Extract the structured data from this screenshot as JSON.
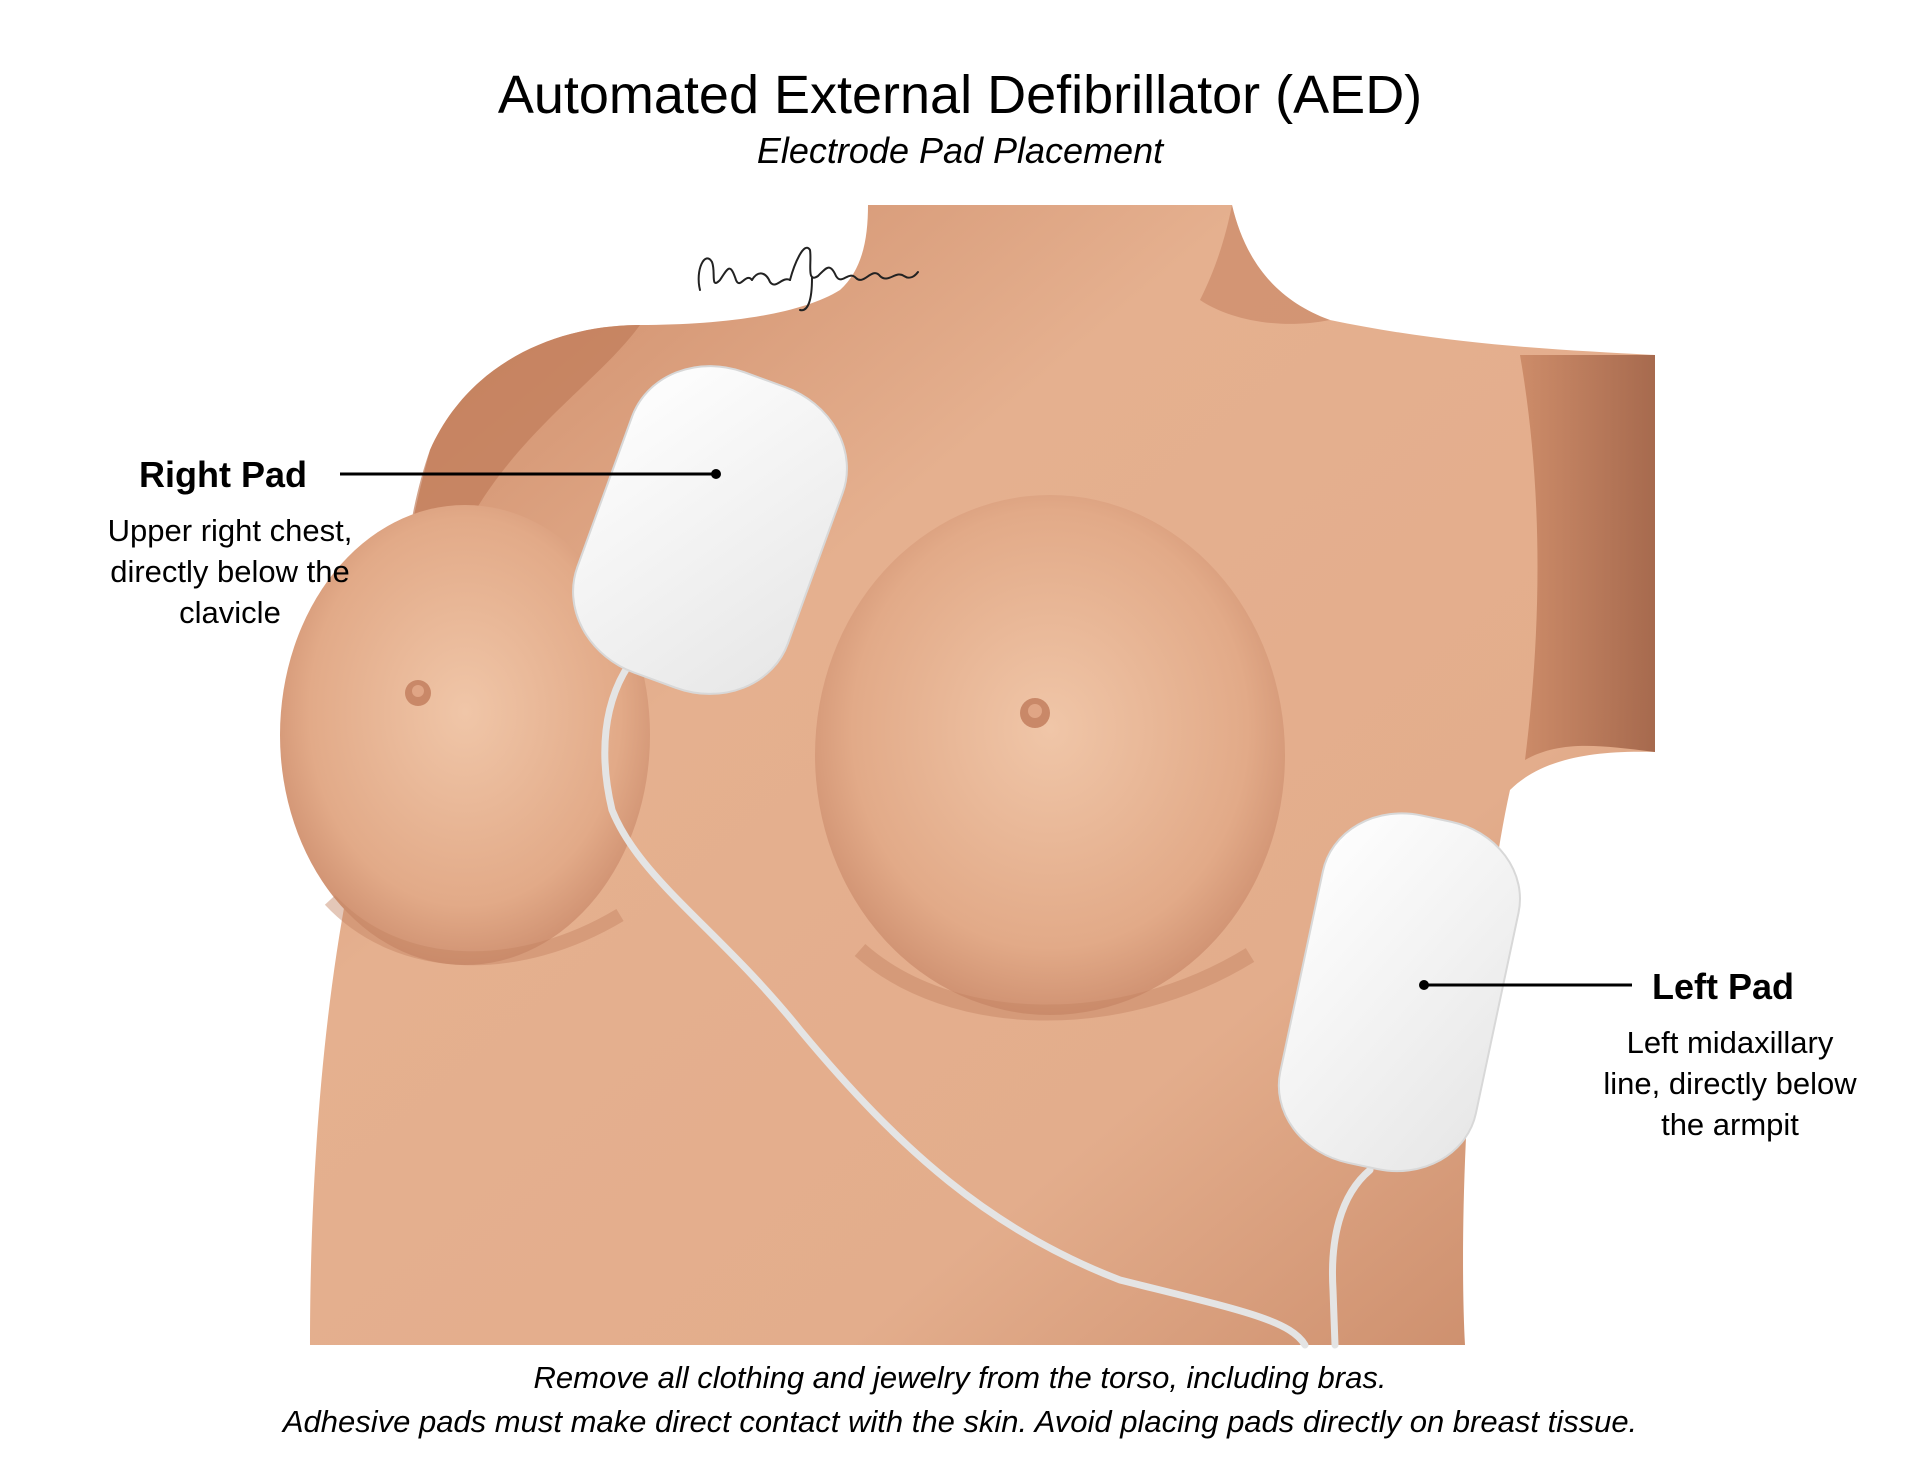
{
  "header": {
    "title": "Automated External Defibrillator (AED)",
    "subtitle": "Electrode Pad Placement"
  },
  "labels": {
    "right_pad": {
      "heading": "Right Pad",
      "description_lines": [
        "Upper right chest,",
        "directly below the",
        "clavicle"
      ]
    },
    "left_pad": {
      "heading": "Left Pad",
      "description_lines": [
        "Left midaxillary",
        "line, directly below",
        "the armpit"
      ]
    }
  },
  "footer": {
    "lines": [
      "Remove all clothing and jewelry from the torso, including bras.",
      "Adhesive pads must make direct contact with the skin. Avoid placing pads directly on breast tissue."
    ]
  },
  "signature": "Morgan Murray",
  "colors": {
    "skin_light": "#e9b998",
    "skin_mid": "#d79c79",
    "skin_shadow": "#b9785a",
    "nipple": "#c98868",
    "pad": "#f4f4f4",
    "cable": "#e2e2e2",
    "leader_line": "#000000"
  }
}
